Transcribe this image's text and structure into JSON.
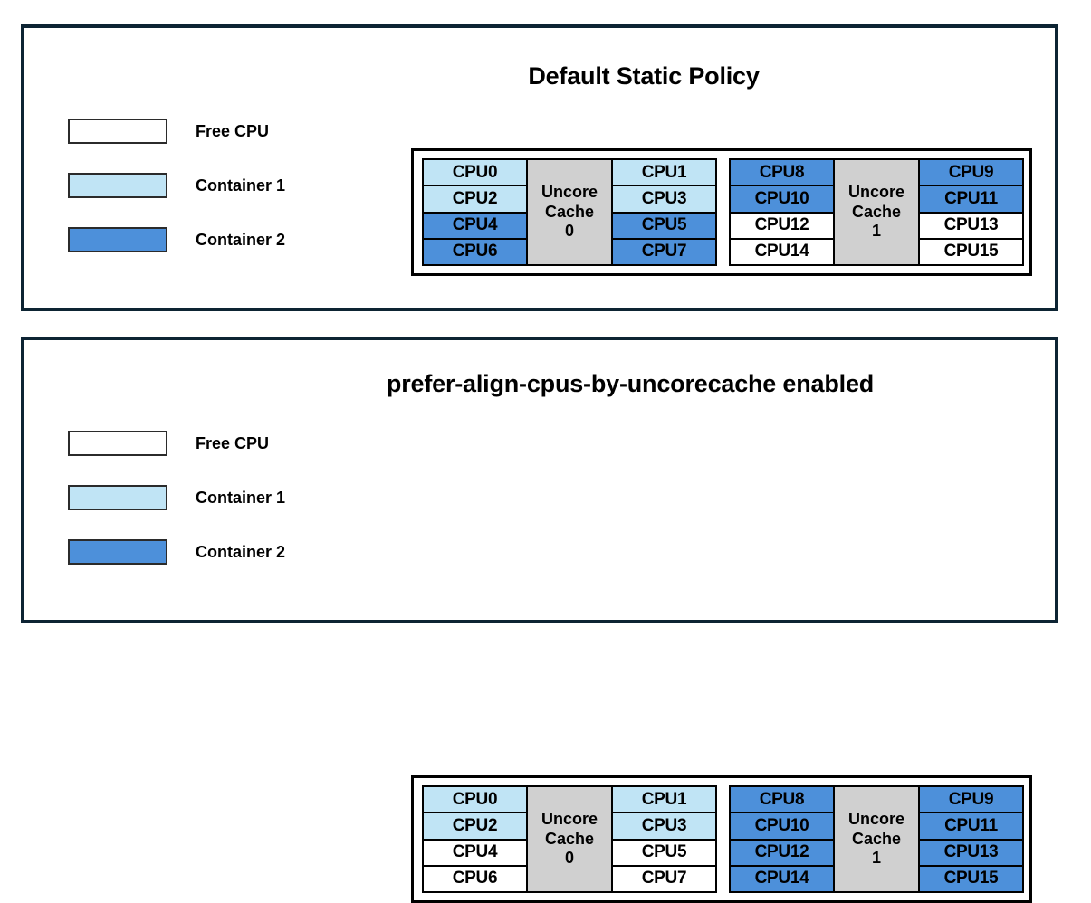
{
  "panels": [
    {
      "id": "default-static-policy",
      "title": "Default Static Policy",
      "legend": [
        {
          "label": "Free CPU",
          "color": "#ffffff"
        },
        {
          "label": "Container 1",
          "color": "#c0e4f5"
        },
        {
          "label": "Container 2",
          "color": "#4d90da"
        }
      ],
      "groups": [
        {
          "cache_label_line1": "Uncore",
          "cache_label_line2": "Cache",
          "cache_label_line3": "0",
          "left_cpus": [
            {
              "label": "CPU0",
              "color": "#c0e4f5",
              "owner": "Container 1"
            },
            {
              "label": "CPU2",
              "color": "#c0e4f5",
              "owner": "Container 1"
            },
            {
              "label": "CPU4",
              "color": "#4d90da",
              "owner": "Container 2"
            },
            {
              "label": "CPU6",
              "color": "#4d90da",
              "owner": "Container 2"
            }
          ],
          "right_cpus": [
            {
              "label": "CPU1",
              "color": "#c0e4f5",
              "owner": "Container 1"
            },
            {
              "label": "CPU3",
              "color": "#c0e4f5",
              "owner": "Container 1"
            },
            {
              "label": "CPU5",
              "color": "#4d90da",
              "owner": "Container 2"
            },
            {
              "label": "CPU7",
              "color": "#4d90da",
              "owner": "Container 2"
            }
          ]
        },
        {
          "cache_label_line1": "Uncore",
          "cache_label_line2": "Cache",
          "cache_label_line3": "1",
          "left_cpus": [
            {
              "label": "CPU8",
              "color": "#4d90da",
              "owner": "Container 2"
            },
            {
              "label": "CPU10",
              "color": "#4d90da",
              "owner": "Container 2"
            },
            {
              "label": "CPU12",
              "color": "#ffffff",
              "owner": "Free CPU"
            },
            {
              "label": "CPU14",
              "color": "#ffffff",
              "owner": "Free CPU"
            }
          ],
          "right_cpus": [
            {
              "label": "CPU9",
              "color": "#4d90da",
              "owner": "Container 2"
            },
            {
              "label": "CPU11",
              "color": "#4d90da",
              "owner": "Container 2"
            },
            {
              "label": "CPU13",
              "color": "#ffffff",
              "owner": "Free CPU"
            },
            {
              "label": "CPU15",
              "color": "#ffffff",
              "owner": "Free CPU"
            }
          ]
        }
      ]
    },
    {
      "id": "prefer-align-cpus-by-uncorecache-enabled",
      "title": "prefer-align-cpus-by-uncorecache enabled",
      "legend": [
        {
          "label": "Free CPU",
          "color": "#ffffff"
        },
        {
          "label": "Container 1",
          "color": "#c0e4f5"
        },
        {
          "label": "Container 2",
          "color": "#4d90da"
        }
      ],
      "groups": [
        {
          "cache_label_line1": "Uncore",
          "cache_label_line2": "Cache",
          "cache_label_line3": "0",
          "left_cpus": [
            {
              "label": "CPU0",
              "color": "#c0e4f5",
              "owner": "Container 1"
            },
            {
              "label": "CPU2",
              "color": "#c0e4f5",
              "owner": "Container 1"
            },
            {
              "label": "CPU4",
              "color": "#ffffff",
              "owner": "Free CPU"
            },
            {
              "label": "CPU6",
              "color": "#ffffff",
              "owner": "Free CPU"
            }
          ],
          "right_cpus": [
            {
              "label": "CPU1",
              "color": "#c0e4f5",
              "owner": "Container 1"
            },
            {
              "label": "CPU3",
              "color": "#c0e4f5",
              "owner": "Container 1"
            },
            {
              "label": "CPU5",
              "color": "#ffffff",
              "owner": "Free CPU"
            },
            {
              "label": "CPU7",
              "color": "#ffffff",
              "owner": "Free CPU"
            }
          ]
        },
        {
          "cache_label_line1": "Uncore",
          "cache_label_line2": "Cache",
          "cache_label_line3": "1",
          "left_cpus": [
            {
              "label": "CPU8",
              "color": "#4d90da",
              "owner": "Container 2"
            },
            {
              "label": "CPU10",
              "color": "#4d90da",
              "owner": "Container 2"
            },
            {
              "label": "CPU12",
              "color": "#4d90da",
              "owner": "Container 2"
            },
            {
              "label": "CPU14",
              "color": "#4d90da",
              "owner": "Container 2"
            }
          ],
          "right_cpus": [
            {
              "label": "CPU9",
              "color": "#4d90da",
              "owner": "Container 2"
            },
            {
              "label": "CPU11",
              "color": "#4d90da",
              "owner": "Container 2"
            },
            {
              "label": "CPU13",
              "color": "#4d90da",
              "owner": "Container 2"
            },
            {
              "label": "CPU15",
              "color": "#4d90da",
              "owner": "Container 2"
            }
          ]
        }
      ]
    }
  ]
}
